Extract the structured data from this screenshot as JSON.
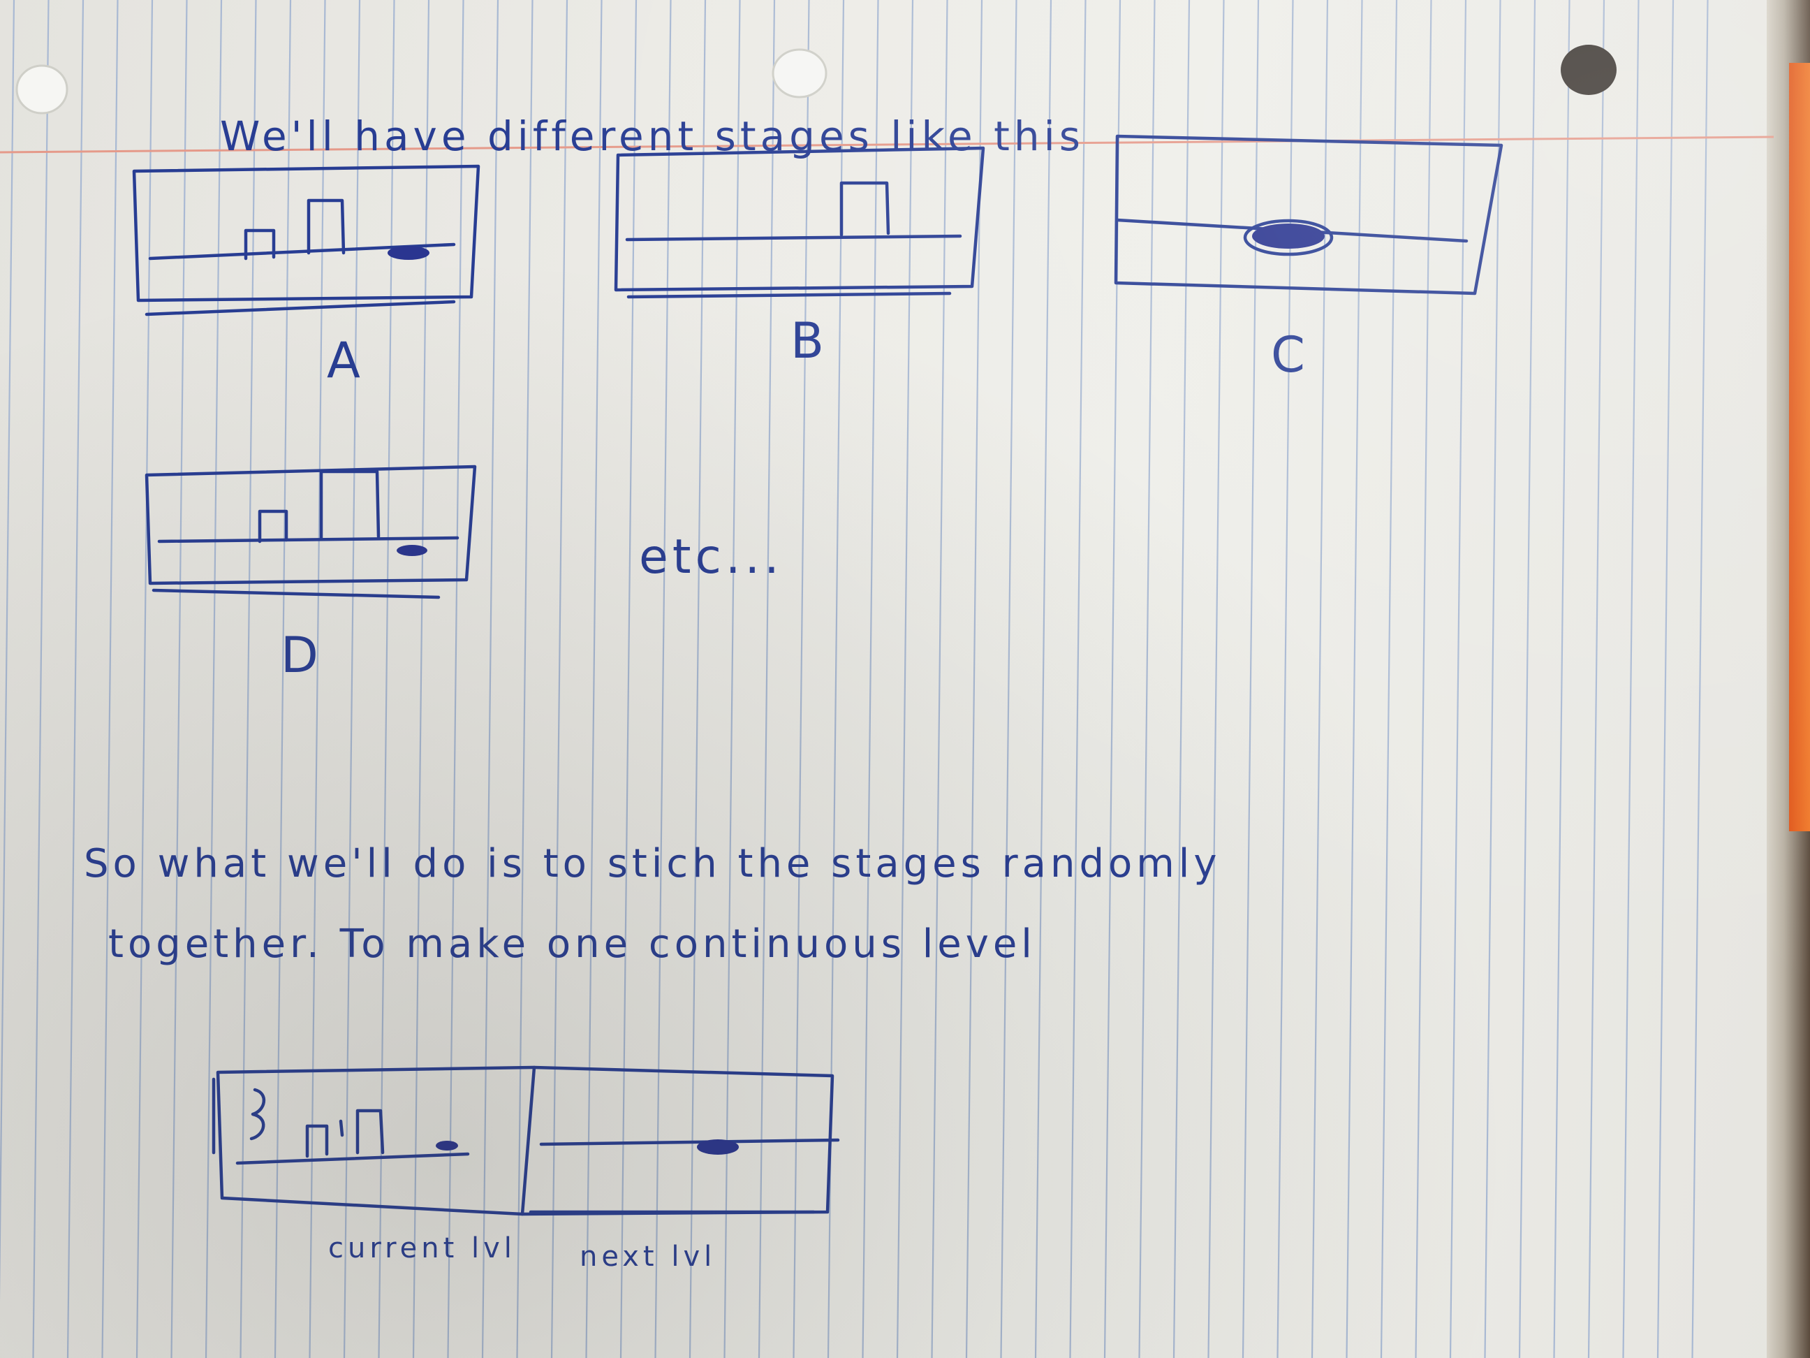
{
  "note": {
    "heading": "We'll have different stages like this",
    "stage_labels": [
      "A",
      "B",
      "C",
      "D"
    ],
    "etc": "etc...",
    "paragraph_line1": "So what we'll do is to stich the stages randomly",
    "paragraph_line2": "together. To make one continuous level",
    "caption_current": "current lvl",
    "caption_next": "next lvl"
  },
  "colors": {
    "ink": "#283d93",
    "paper": "#ecebe6",
    "rule_line": "#a9b9d3",
    "margin_line": "#e59a8a",
    "folder": "#f07a2a"
  }
}
